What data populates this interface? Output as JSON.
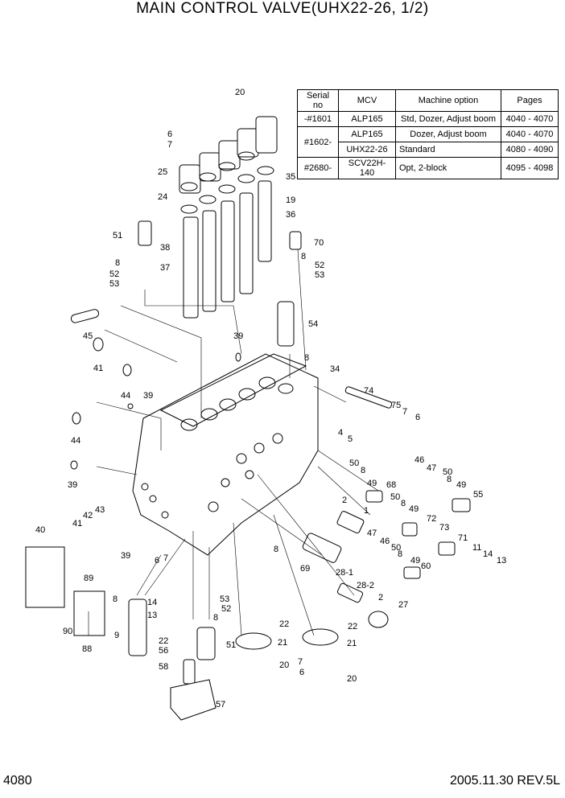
{
  "title": "MAIN CONTROL VALVE(UHX22-26, 1/2)",
  "page_number": "4080",
  "revision": "2005.11.30  REV.5L",
  "table": {
    "headers": [
      "Serial no",
      "MCV",
      "Machine option",
      "Pages"
    ],
    "rows": [
      [
        "-#1601",
        "ALP165",
        "Std, Dozer, Adjust boom",
        "4040 - 4070"
      ],
      [
        "#1602-",
        "ALP165",
        "Dozer, Adjust boom",
        "4040 - 4070"
      ],
      [
        "",
        "UHX22-26",
        "Standard",
        "4080 - 4090"
      ],
      [
        "#2680-",
        "SCV22H-140",
        "Opt, 2-block",
        "4095 - 4098"
      ]
    ]
  },
  "callouts": [
    "20",
    "6",
    "7",
    "25",
    "35",
    "24",
    "19",
    "36",
    "51",
    "70",
    "8",
    "52",
    "53",
    "38",
    "37",
    "8",
    "52",
    "53",
    "54",
    "45",
    "39",
    "8",
    "41",
    "34",
    "44",
    "39",
    "74",
    "75",
    "7",
    "6",
    "4",
    "5",
    "44",
    "46",
    "47",
    "50",
    "8",
    "49",
    "39",
    "50",
    "8",
    "49",
    "68",
    "55",
    "2",
    "1",
    "50",
    "8",
    "49",
    "72",
    "73",
    "43",
    "42",
    "41",
    "40",
    "47",
    "71",
    "11",
    "14",
    "13",
    "46",
    "50",
    "8",
    "49",
    "60",
    "8",
    "69",
    "28-1",
    "28-2",
    "2",
    "27",
    "39",
    "6",
    "7",
    "89",
    "8",
    "14",
    "53",
    "52",
    "8",
    "13",
    "22",
    "22",
    "90",
    "88",
    "9",
    "22",
    "56",
    "51",
    "21",
    "21",
    "20",
    "7",
    "6",
    "20",
    "58",
    "57"
  ]
}
